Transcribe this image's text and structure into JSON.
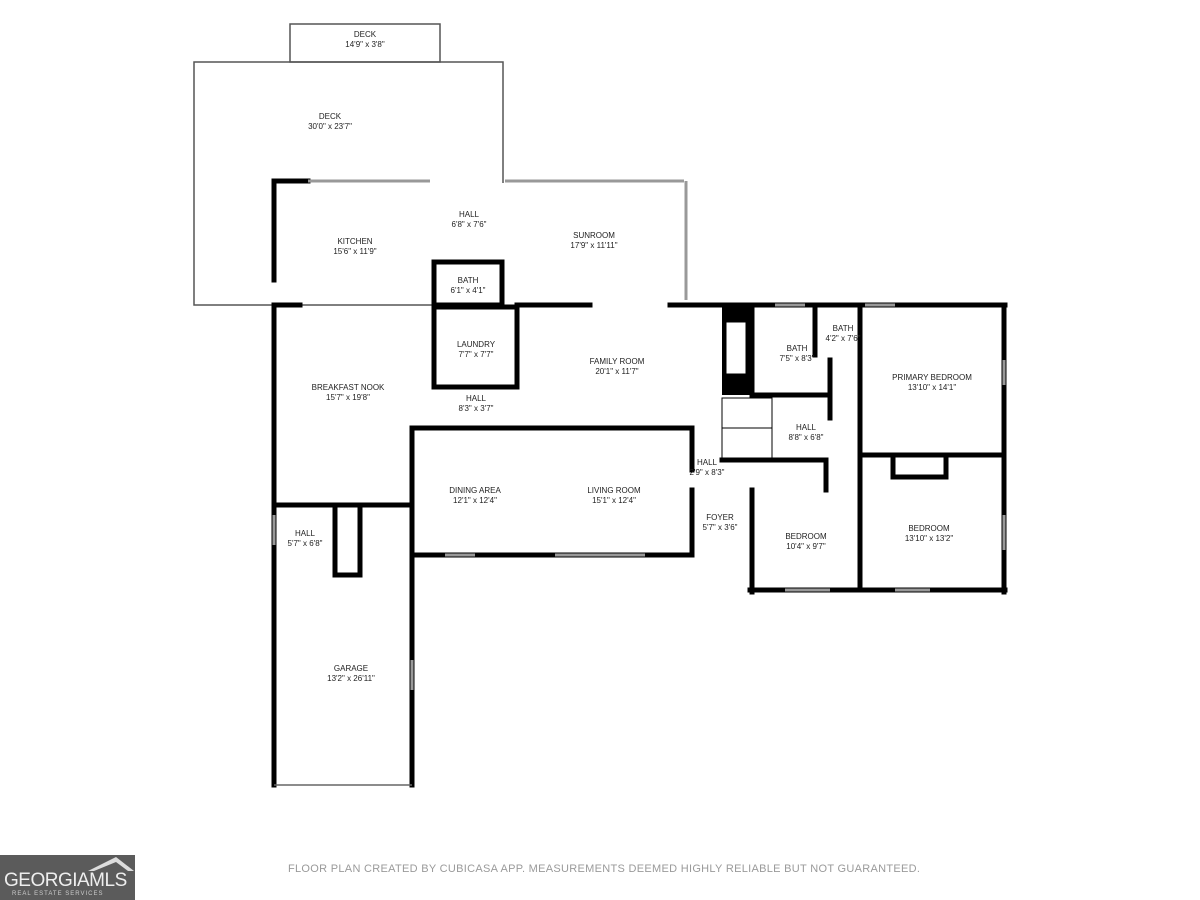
{
  "rooms": [
    {
      "name": "DECK",
      "dims": "14'9\" x 3'8\""
    },
    {
      "name": "DECK",
      "dims": "30'0\" x 23'7\""
    },
    {
      "name": "HALL",
      "dims": "6'8\" x 7'6\""
    },
    {
      "name": "KITCHEN",
      "dims": "15'6\" x 11'9\""
    },
    {
      "name": "SUNROOM",
      "dims": "17'9\" x 11'11\""
    },
    {
      "name": "BATH",
      "dims": "6'1\" x 4'1\""
    },
    {
      "name": "LAUNDRY",
      "dims": "7'7\" x 7'7\""
    },
    {
      "name": "FAMILY ROOM",
      "dims": "20'1\" x 11'7\""
    },
    {
      "name": "BREAKFAST NOOK",
      "dims": "15'7\" x 19'8\""
    },
    {
      "name": "HALL",
      "dims": "8'3\" x 3'7\""
    },
    {
      "name": "DINING AREA",
      "dims": "12'1\" x 12'4\""
    },
    {
      "name": "LIVING ROOM",
      "dims": "15'1\" x 12'4\""
    },
    {
      "name": "HALL",
      "dims": "5'7\" x 6'8\""
    },
    {
      "name": "GARAGE",
      "dims": "13'2\" x 26'11\""
    },
    {
      "name": "BATH",
      "dims": "7'5\" x 8'3\""
    },
    {
      "name": "BATH",
      "dims": "4'2\" x 7'6\""
    },
    {
      "name": "PRIMARY BEDROOM",
      "dims": "13'10\" x 14'1\""
    },
    {
      "name": "HALL",
      "dims": "8'8\" x 6'8\""
    },
    {
      "name": "HALL",
      "dims": "2'9\" x 8'3\""
    },
    {
      "name": "FOYER",
      "dims": "5'7\" x 3'6\""
    },
    {
      "name": "BEDROOM",
      "dims": "10'4\" x 9'7\""
    },
    {
      "name": "BEDROOM",
      "dims": "13'10\" x 13'2\""
    }
  ],
  "footer": "FLOOR PLAN CREATED BY CUBICASA APP. MEASUREMENTS DEEMED HIGHLY RELIABLE BUT NOT GUARANTEED.",
  "logo": {
    "main": "GEORGIAMLS",
    "sub": "REAL ESTATE SERVICES"
  }
}
